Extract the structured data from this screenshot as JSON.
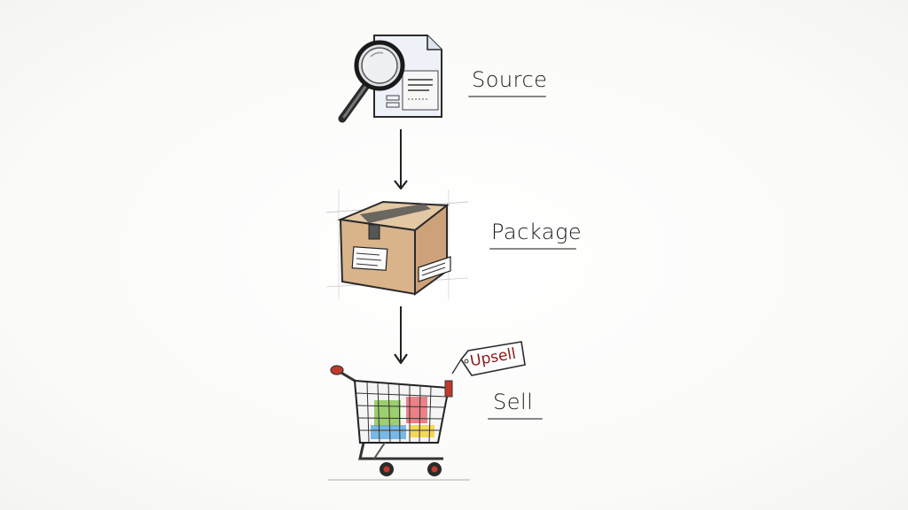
{
  "diagram": {
    "type": "vertical-flow",
    "style": "hand-drawn sketch",
    "steps": [
      {
        "id": "source",
        "label": "Source",
        "icon": "magnifier-document-icon"
      },
      {
        "id": "package",
        "label": "Package",
        "icon": "cardboard-box-icon"
      },
      {
        "id": "sell",
        "label": "Sell",
        "icon": "shopping-cart-icon"
      }
    ],
    "edges": [
      {
        "from": "source",
        "to": "package"
      },
      {
        "from": "package",
        "to": "sell"
      }
    ],
    "tag": {
      "label": "Upsell",
      "attached_to": "sell",
      "color": "#8b1a1a"
    }
  },
  "colors": {
    "ink": "#1c1c1c",
    "box": "#d9b48a",
    "tape": "#555555",
    "cart_accent": "#c0392b",
    "green": "#7dc242",
    "red": "#e8636b",
    "blue": "#5aa9e0",
    "yellow": "#f2d13b"
  }
}
